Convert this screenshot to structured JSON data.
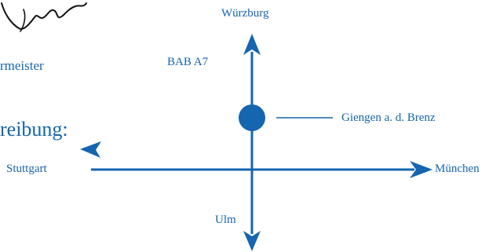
{
  "diagram": {
    "labels": {
      "north": "Würzburg",
      "road": "BAB A7",
      "town": "Giengen a. d. Brenz",
      "west": "Stuttgart",
      "east": "München",
      "south": "Ulm"
    },
    "fragments": {
      "role": "rmeister",
      "heading": "reibung:"
    }
  },
  "colors": {
    "line": "#1565b0",
    "ink": "#111111"
  }
}
